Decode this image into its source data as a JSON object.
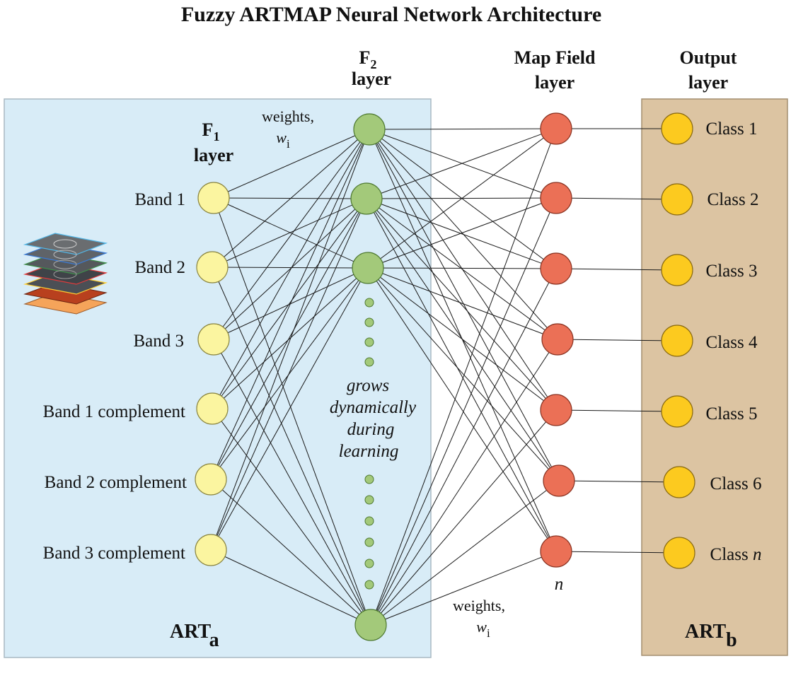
{
  "title": "Fuzzy ARTMAP Neural Network Architecture",
  "headers": {
    "f2_main": "F",
    "f2_sub": "2",
    "f2_line2": "layer",
    "f1_main": "F",
    "f1_sub": "1",
    "f1_line2": "layer",
    "map_line1": "Map Field",
    "map_line2": "layer",
    "out_line1": "Output",
    "out_line2": "layer"
  },
  "inputs": [
    "Band 1",
    "Band 2",
    "Band 3",
    "Band 1 complement",
    "Band 2 complement",
    "Band 3 complement"
  ],
  "classes": [
    {
      "text": "Class 1",
      "italic": ""
    },
    {
      "text": "Class 2",
      "italic": ""
    },
    {
      "text": "Class 3",
      "italic": ""
    },
    {
      "text": "Class 4",
      "italic": ""
    },
    {
      "text": "Class 5",
      "italic": ""
    },
    {
      "text": "Class 6",
      "italic": ""
    },
    {
      "text": "Class ",
      "italic": "n"
    }
  ],
  "map_n_label": "n",
  "weights_top": {
    "line1": "weights,",
    "w": "w",
    "sub": "i"
  },
  "weights_bottom": {
    "line1": "weights,",
    "w": "w",
    "sub": "i"
  },
  "grow_text": [
    "grows",
    "dynamically",
    "during",
    "learning"
  ],
  "art_a": {
    "main": "ART",
    "sub": "a"
  },
  "art_b": {
    "main": "ART",
    "sub": "b"
  },
  "colors": {
    "art_a_bg": "#d8ecf7",
    "art_b_bg": "#dcc4a2",
    "input_node": "#fbf5a0",
    "f2_node": "#a3c97a",
    "map_node": "#eb7056",
    "output_node": "#fcca1f"
  }
}
